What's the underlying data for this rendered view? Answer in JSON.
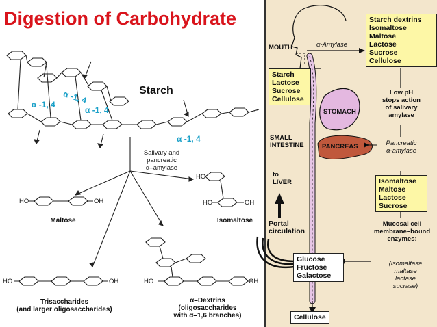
{
  "title": "Digestion of Carbohydrate",
  "left": {
    "starch_label": "Starch",
    "alpha_labels": [
      "α -1, 4",
      "α -1, 4",
      "α -1, 4",
      "α -1, 4"
    ],
    "enzyme_label": [
      "Salivary and",
      "pancreatic",
      "α–amylase"
    ],
    "maltose": "Maltose",
    "isomaltose": "Isomaltose",
    "trisaccharides": [
      "Trisaccharides",
      "(and larger oligosaccharides)"
    ],
    "dextrins": [
      "α–Dextrins",
      "(oligosaccharides",
      "with α–1,6 branches)"
    ],
    "ho": "HO",
    "oh": "OH"
  },
  "right": {
    "mouth": "MOUTH",
    "alpha_amylase": "α-Amylase",
    "top_box": [
      "Starch dextrins",
      "Isomaltose",
      "Maltose",
      "Lactose",
      "Sucrose",
      "Cellulose"
    ],
    "left_box": [
      "Starch",
      "Lactose",
      "Sucrose",
      "Cellulose"
    ],
    "low_ph": [
      "Low pH",
      "stops action",
      "of salivary",
      "amylase"
    ],
    "stomach": "STOMACH",
    "small_intestine": [
      "SMALL",
      "INTESTINE"
    ],
    "pancreas": "PANCREAS",
    "pancreatic_amylase": [
      "Pancreatic",
      "α-amylase"
    ],
    "to_liver": [
      "to",
      "LIVER"
    ],
    "mid_box": [
      "Isomaltose",
      "Maltose",
      "Lactose",
      "Sucrose"
    ],
    "portal": [
      "Portal",
      "circulation"
    ],
    "mucosal": [
      "Mucosal cell",
      "membrane–bound",
      "enzymes:"
    ],
    "enzymes_list": [
      "(isomaltase",
      "maltase",
      "lactase",
      "sucrase)"
    ],
    "products_box": [
      "Glucose",
      "Fructose",
      "Galactose"
    ],
    "cellulose_box": "Cellulose"
  }
}
